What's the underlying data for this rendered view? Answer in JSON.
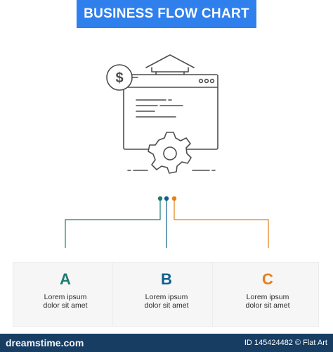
{
  "header": {
    "title": "BUSINESS FLOW CHART"
  },
  "colors": {
    "banner": "#2f80ed",
    "step_a": "#1d7c72",
    "step_b": "#0e5f8a",
    "step_c": "#e47f16",
    "line_art": "#4d4d4d",
    "footer": "#173d63"
  },
  "illustration": {
    "icon": "dollar-server-gear-icon",
    "currency_symbol": "$"
  },
  "steps": [
    {
      "letter": "A",
      "line1": "Lorem ipsum",
      "line2": "dolor sit amet"
    },
    {
      "letter": "B",
      "line1": "Lorem ipsum",
      "line2": "dolor sit amet"
    },
    {
      "letter": "C",
      "line1": "Lorem ipsum",
      "line2": "dolor sit amet"
    }
  ],
  "footer": {
    "brand": "dreamstime.com",
    "id_text": "ID 145424482 © Flat Art"
  }
}
